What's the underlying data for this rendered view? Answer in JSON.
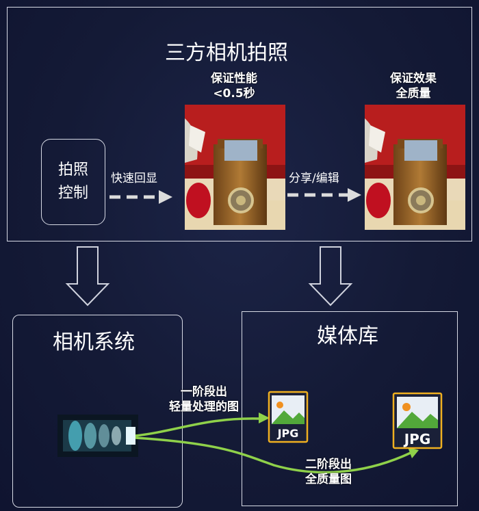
{
  "top_panel": {
    "title": "三方相机拍照",
    "capture_control": [
      "拍照",
      "控制"
    ],
    "quick_review_label": "快速回显",
    "share_edit_label": "分享/编辑",
    "perf_label": [
      "保证性能",
      "<0.5秒"
    ],
    "quality_label": [
      "保证效果",
      "全质量"
    ]
  },
  "camera_system": {
    "title": "相机系统"
  },
  "media_library": {
    "title": "媒体库"
  },
  "stage_one": [
    "一阶段出",
    "轻量处理的图"
  ],
  "stage_two": [
    "二阶段出",
    "全质量图"
  ],
  "file_icon_text": "JPG",
  "colors": {
    "green_curve": "#8fd14a",
    "jpg_border": "#f0b020",
    "panel_border": "#d8dbe6"
  }
}
